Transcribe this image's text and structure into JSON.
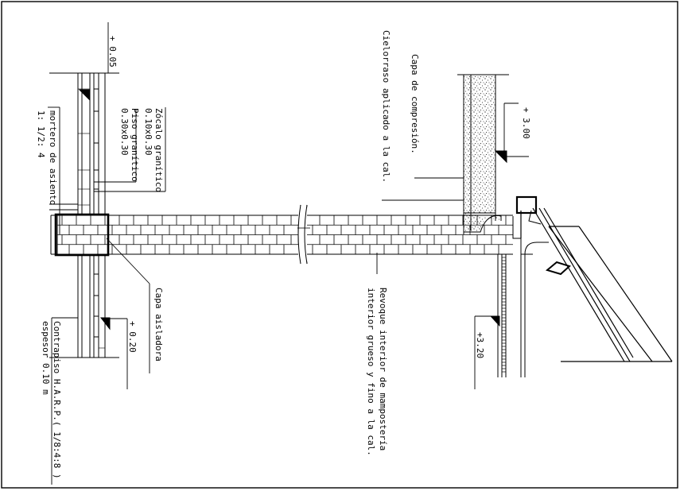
{
  "labels": {
    "nivel_005": "+ 0.05",
    "nivel_300": "+ 3.00",
    "nivel_020": "+ 0.20",
    "nivel_320": "+3.20",
    "capa_compresion": "Capa de compresión.",
    "cielorraso": "Cielorraso aplicado a la cal.",
    "zocalo_1": "Zócalo granítico",
    "zocalo_2": "0.10x0.30",
    "piso_1": "Piso granítico",
    "piso_2": "0.30x0.30",
    "mortero_1": "mortero de asiento",
    "mortero_2": "1: 1/2: 4",
    "capa_aisladora": "Capa aisladora",
    "contrapiso_1": "Contrapiso H.A.R.P.( 1/8:4:8 )",
    "contrapiso_2": "espesor 0.10 m",
    "revoque_1": "Revoque interior de mampostería",
    "revoque_2": "interior grueso y fino a la cal."
  },
  "colors": {
    "ink": "#000000",
    "paper": "#ffffff"
  }
}
